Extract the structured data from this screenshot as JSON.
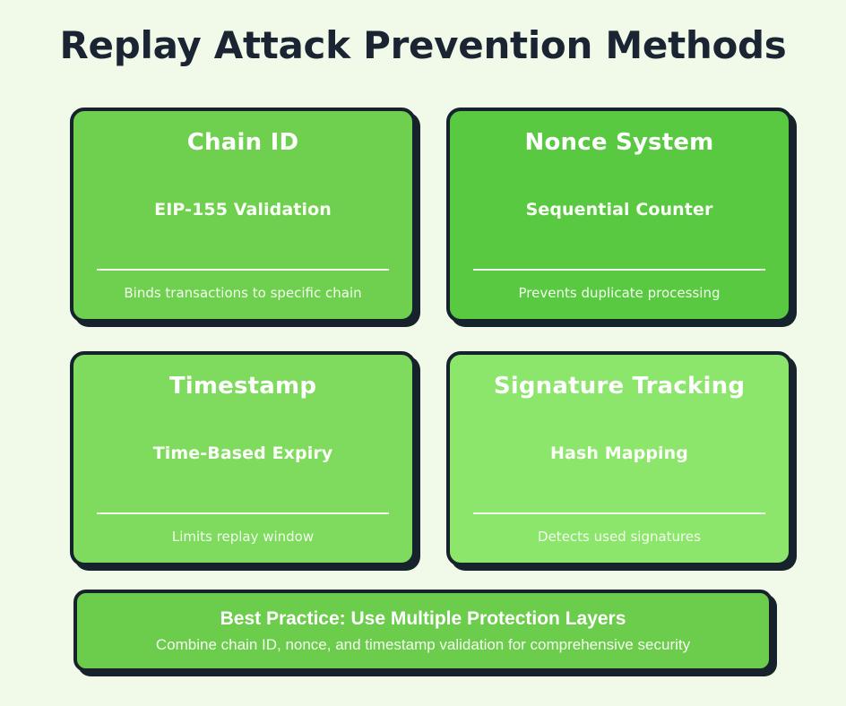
{
  "page": {
    "title": "Replay Attack Prevention Methods",
    "background_color": "#f1f9e8",
    "title_color": "#1b2433",
    "border_color": "#16232c"
  },
  "cards": [
    {
      "title": "Chain ID",
      "subtitle": "EIP-155 Validation",
      "description": "Binds transactions to specific chain",
      "color": "#6ed04e"
    },
    {
      "title": "Nonce System",
      "subtitle": "Sequential Counter",
      "description": "Prevents duplicate processing",
      "color": "#58c940"
    },
    {
      "title": "Timestamp",
      "subtitle": "Time-Based Expiry",
      "description": "Limits replay window",
      "color": "#7edb5e"
    },
    {
      "title": "Signature Tracking",
      "subtitle": "Hash Mapping",
      "description": "Detects used signatures",
      "color": "#8ce66c"
    }
  ],
  "footer": {
    "title": "Best Practice: Use Multiple Protection Layers",
    "subtitle": "Combine chain ID, nonce, and timestamp validation for comprehensive security",
    "color": "#6ccc4b"
  }
}
